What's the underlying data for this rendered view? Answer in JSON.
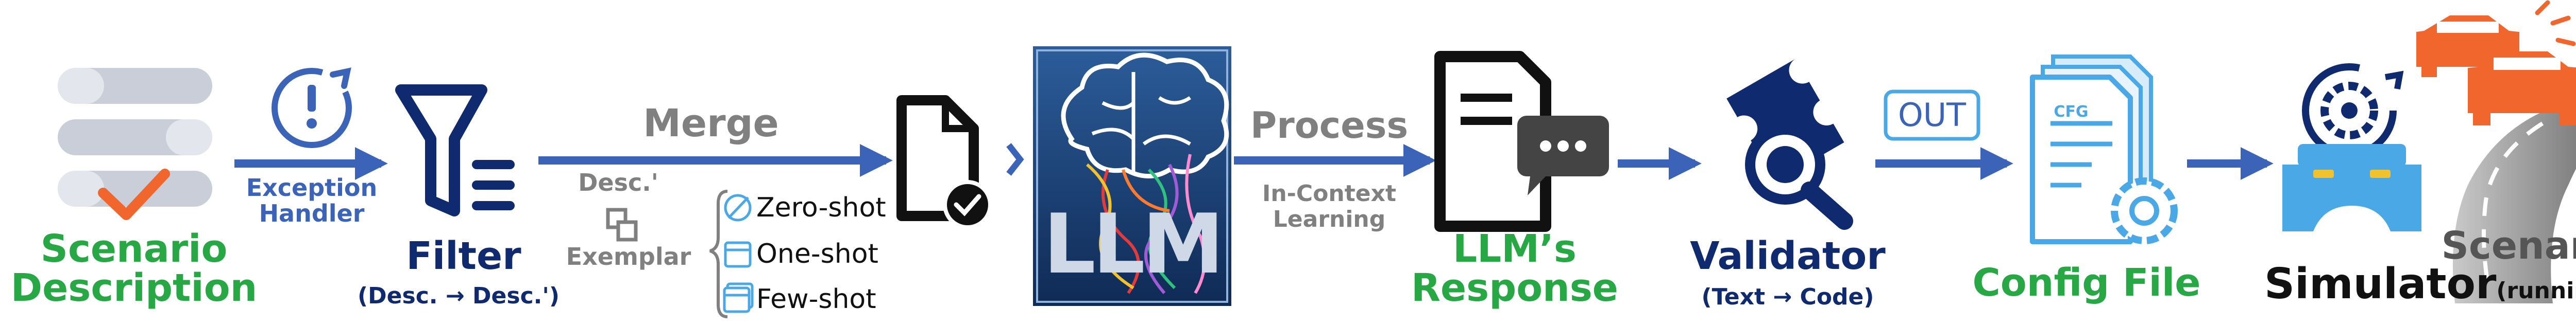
{
  "colors": {
    "green": "#27a844",
    "navy": "#0f2a6e",
    "blue": "#3b63b8",
    "light_blue": "#4aa8e6",
    "gray": "#808080",
    "orange": "#f0662c",
    "black": "#111111"
  },
  "scenario": {
    "line1": "Scenario",
    "line2": "Description",
    "icon": "stacked-documents-check-icon"
  },
  "exception": {
    "line1": "Exception",
    "line2": "Handler",
    "icon": "alert-refresh-icon"
  },
  "filter": {
    "title": "Filter",
    "subtitle": "(Desc. → Desc.')",
    "icon": "funnel-filter-icon"
  },
  "merge": {
    "title": "Merge",
    "desc": "Desc.'",
    "exemplar": "Exemplar",
    "options": [
      "Zero-shot",
      "One-shot",
      "Few-shot"
    ]
  },
  "checked_doc": {
    "icon": "document-check-icon"
  },
  "llm": {
    "text": "LLM",
    "icon": "brain-icon"
  },
  "process": {
    "title": "Process",
    "line1": "In-Context",
    "line2": "Learning"
  },
  "response": {
    "line1": "LLM’s",
    "line2": "Response",
    "icon": "document-chat-icon"
  },
  "validator": {
    "title": "Validator",
    "subtitle": "(Text → Code)",
    "icon": "magnifier-ticket-icon"
  },
  "out": {
    "label": "OUT"
  },
  "config": {
    "badge": "CFG",
    "title": "Config File",
    "icon": "config-file-gear-icon"
  },
  "simulator": {
    "title": "Simulator",
    "suffix": "(running)",
    "scenario": "Scenario",
    "icon": "simulator-cars-road-icon"
  }
}
